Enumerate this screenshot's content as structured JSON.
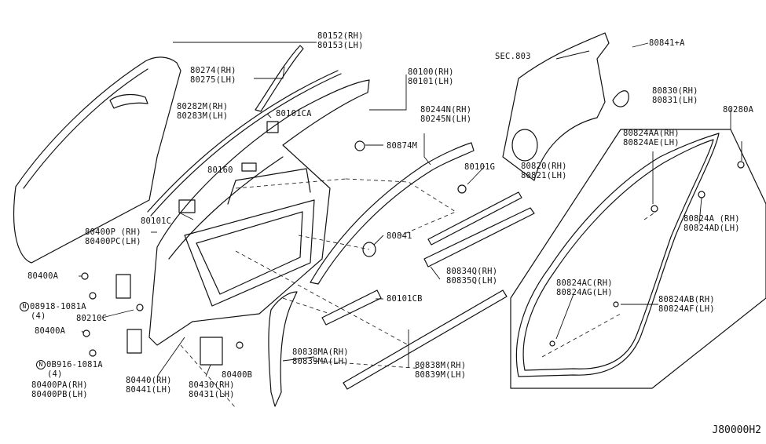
{
  "diagram_code": "J80000H2",
  "callouts": {
    "c80152": [
      "80152(RH)",
      "80153(LH)"
    ],
    "c80274": [
      "80274(RH)",
      "80275(LH)"
    ],
    "c80100": [
      "80100(RH)",
      "80101(LH)"
    ],
    "c80282": [
      "80282M(RH)",
      "80283M(LH)"
    ],
    "c80101CA": [
      "80101CA"
    ],
    "c80874M": [
      "80874M"
    ],
    "c80244": [
      "80244N(RH)",
      "80245N(LH)"
    ],
    "c80160": [
      "80160"
    ],
    "c80101G": [
      "80101G"
    ],
    "c80820": [
      "80820(RH)",
      "80821(LH)"
    ],
    "c80101C": [
      "80101C"
    ],
    "c80400P": [
      "80400P (RH)",
      "80400PC(LH)"
    ],
    "c80841": [
      "80841"
    ],
    "c80400A_1": [
      "80400A"
    ],
    "c08918_1": [
      "08918-1081A",
      "(4)"
    ],
    "c80834": [
      "80834Q(RH)",
      "80835Q(LH)"
    ],
    "c80210C": [
      "80210C"
    ],
    "c80101CB": [
      "80101CB"
    ],
    "c80400A_2": [
      "80400A"
    ],
    "c08916": [
      "0B916-1081A",
      "(4)"
    ],
    "c80838MA": [
      "80838MA(RH)",
      "80839MA(LH)"
    ],
    "c80838M": [
      "80838M(RH)",
      "80839M(LH)"
    ],
    "c80440": [
      "80440(RH)",
      "80441(LH)"
    ],
    "c80400B": [
      "80400B"
    ],
    "c80400PA": [
      "80400PA(RH)",
      "80400PB(LH)"
    ],
    "c80430": [
      "80430(RH)",
      "80431(LH)"
    ],
    "sec803": [
      "SEC.803"
    ],
    "c80841A": [
      "80841+A"
    ],
    "c80830": [
      "80830(RH)",
      "80831(LH)"
    ],
    "c80280A": [
      "80280A"
    ],
    "c80824AA": [
      "80824AA(RH)",
      "80824AE(LH)"
    ],
    "c80824A": [
      "80824A (RH)",
      "80824AD(LH)"
    ],
    "c80824AC": [
      "80824AC(RH)",
      "80824AG(LH)"
    ],
    "c80824AB": [
      "80824AB(RH)",
      "80824AF(LH)"
    ]
  },
  "circled_letter": "N"
}
